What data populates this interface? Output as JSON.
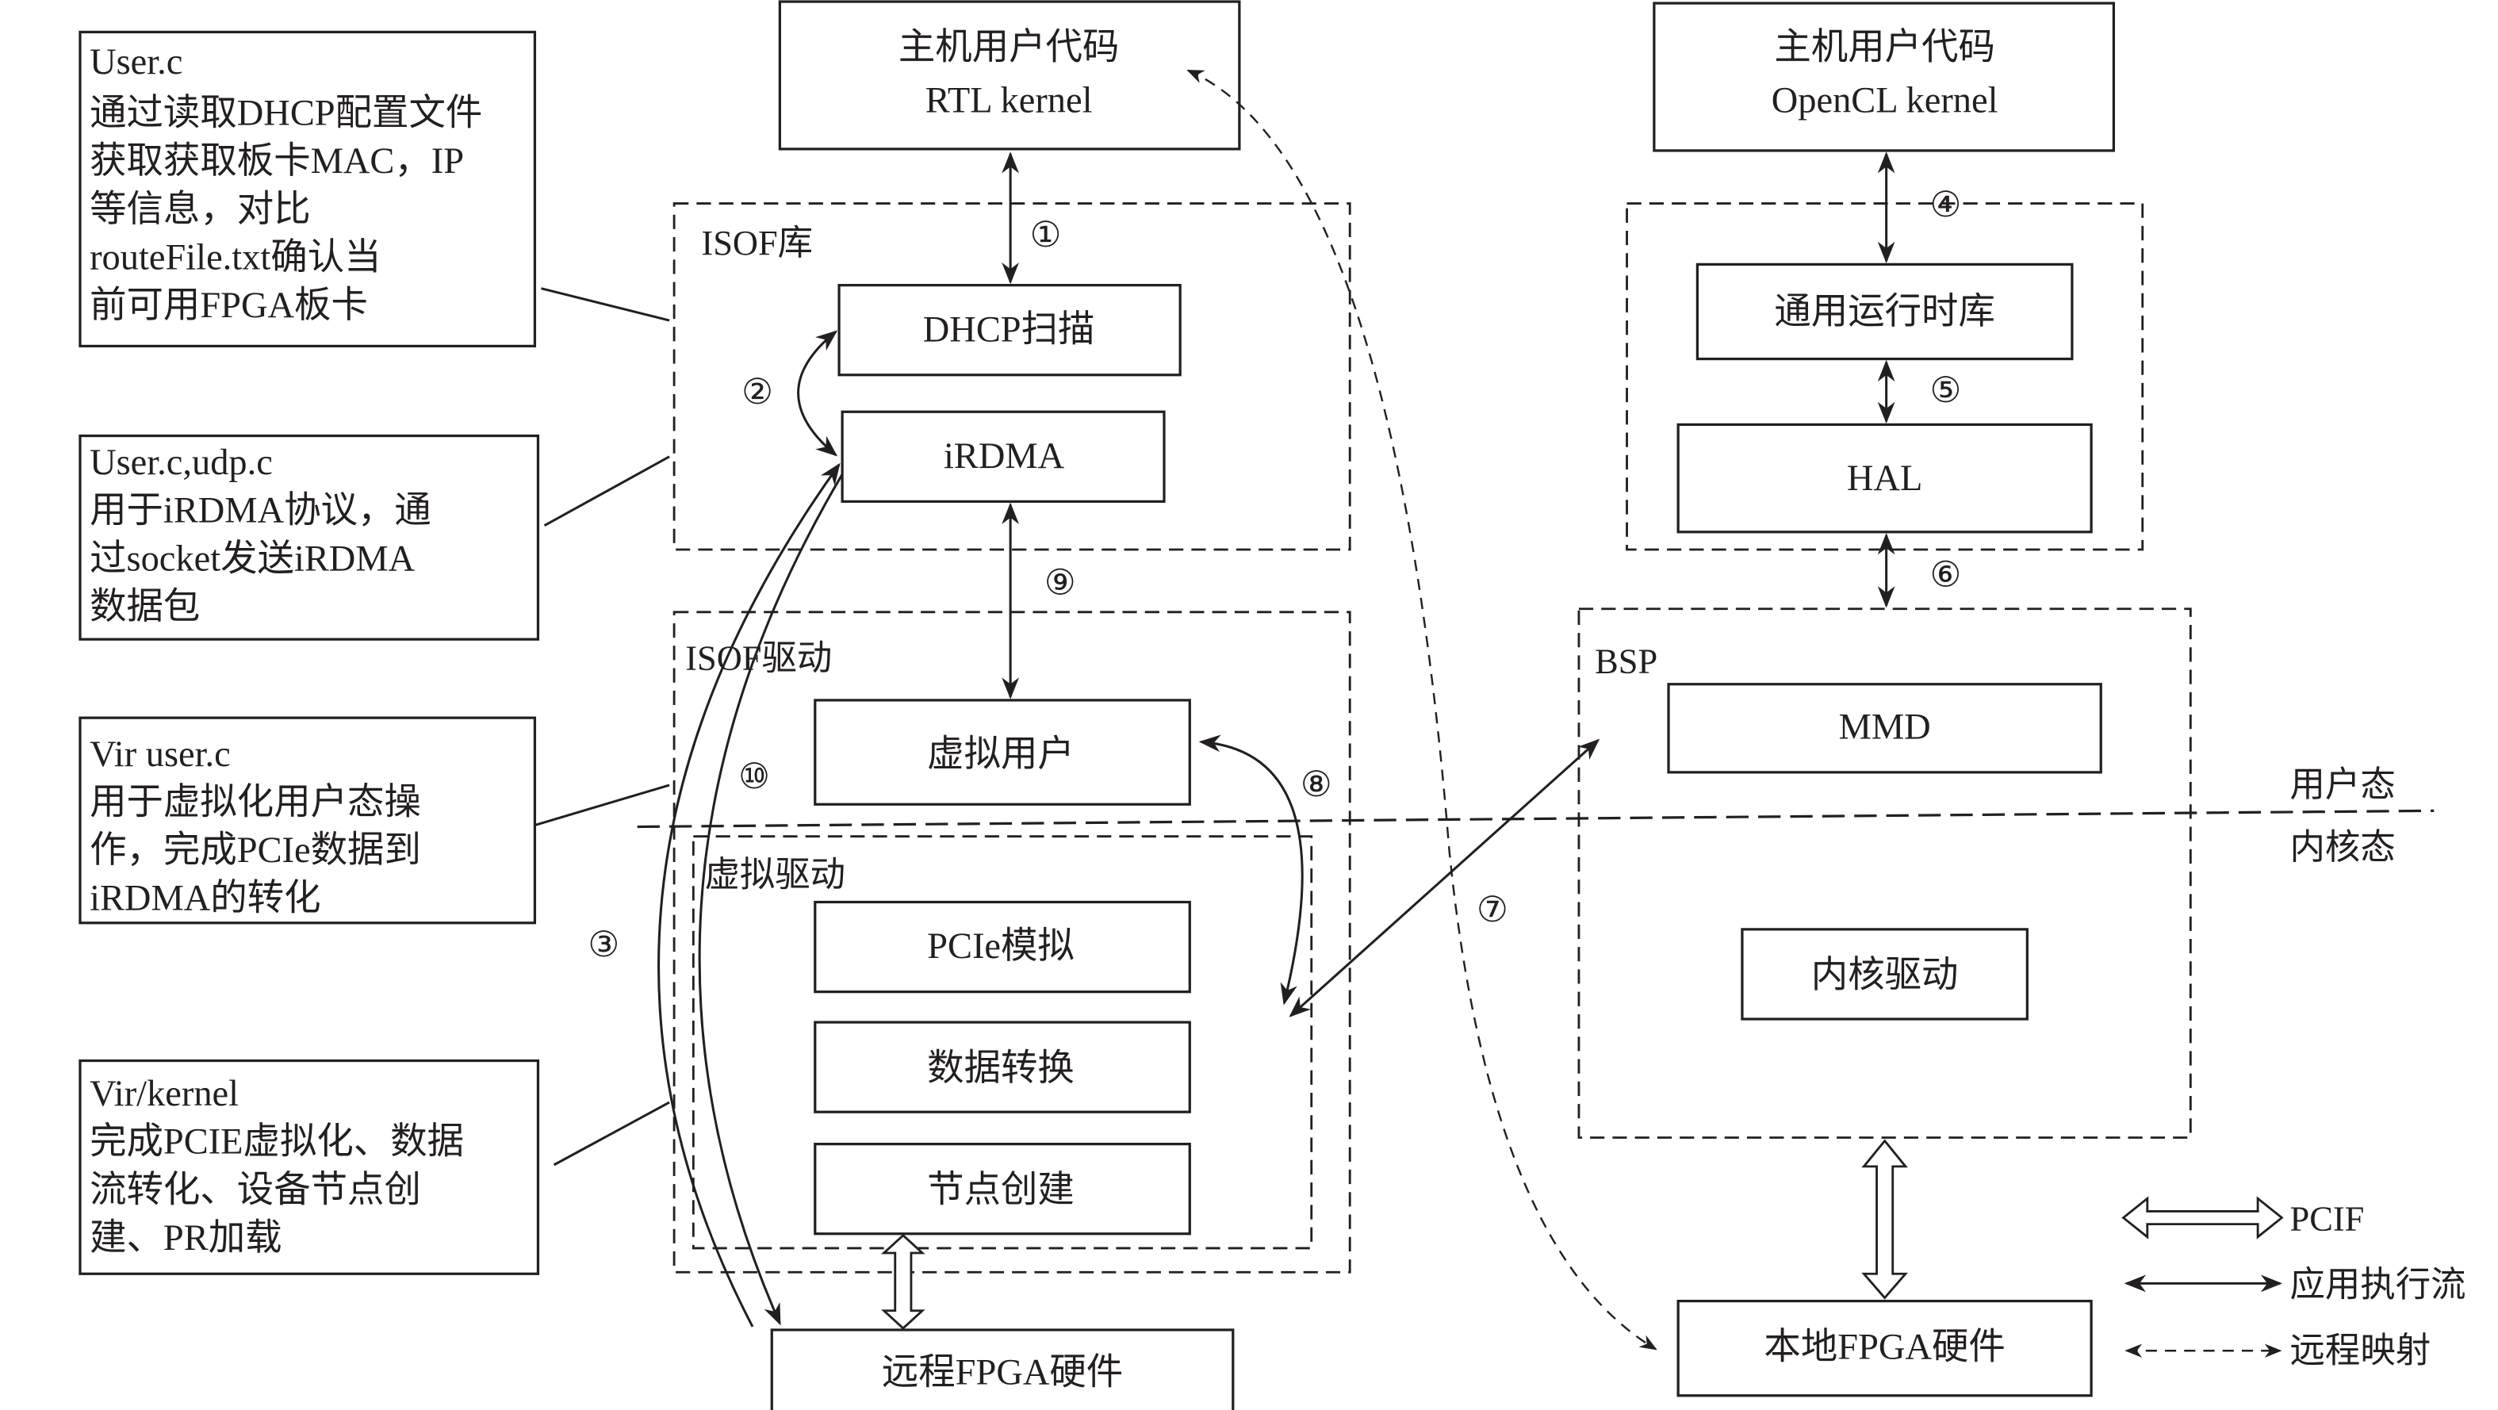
{
  "annotations": [
    {
      "title": "User.c",
      "lines": [
        "通过读取DHCP配置文件",
        "获取获取板卡MAC，IP",
        "等信息，对比",
        "routeFile.txt确认当",
        "前可用FPGA板卡"
      ]
    },
    {
      "title": "User.c,udp.c",
      "lines": [
        "用于iRDMA协议，通",
        "过socket发送iRDMA",
        "数据包"
      ]
    },
    {
      "title": "Vir user.c",
      "lines": [
        "用于虚拟化用户态操",
        "作，完成PCIe数据到",
        "iRDMA的转化"
      ]
    },
    {
      "title": "Vir/kernel",
      "lines": [
        "完成PCIE虚拟化、数据",
        "流转化、设备节点创",
        "建、PR加载"
      ]
    }
  ],
  "left_stack": {
    "host": {
      "line1": "主机用户代码",
      "line2": "RTL kernel"
    },
    "isof_lib": {
      "label": "ISOF库",
      "dhcp": "DHCP扫描",
      "irdma": "iRDMA"
    },
    "isof_driver": {
      "label": "ISOF驱动",
      "virtual_user": "虚拟用户"
    },
    "virtual_driver": {
      "label": "虚拟驱动",
      "pcie_sim": "PCIe模拟",
      "data_convert": "数据转换",
      "node_create": "节点创建"
    },
    "remote_fpga": "远程FPGA硬件"
  },
  "right_stack": {
    "host": {
      "line1": "主机用户代码",
      "line2": "OpenCL kernel"
    },
    "runtime": "通用运行时库",
    "hal": "HAL",
    "bsp": {
      "label": "BSP",
      "mmd": "MMD",
      "kernel_driver": "内核驱动"
    },
    "local_fpga": "本地FPGA硬件"
  },
  "mode_labels": {
    "user_mode": "用户态",
    "kernel_mode": "内核态"
  },
  "step_numbers": {
    "s1": "①",
    "s2": "②",
    "s3": "③",
    "s4": "④",
    "s5": "⑤",
    "s6": "⑥",
    "s7": "⑦",
    "s8": "⑧",
    "s9": "⑨",
    "s10": "⑩"
  },
  "legend": {
    "pcif": "PCIF",
    "app_flow": "应用执行流",
    "remote_map": "远程映射"
  }
}
